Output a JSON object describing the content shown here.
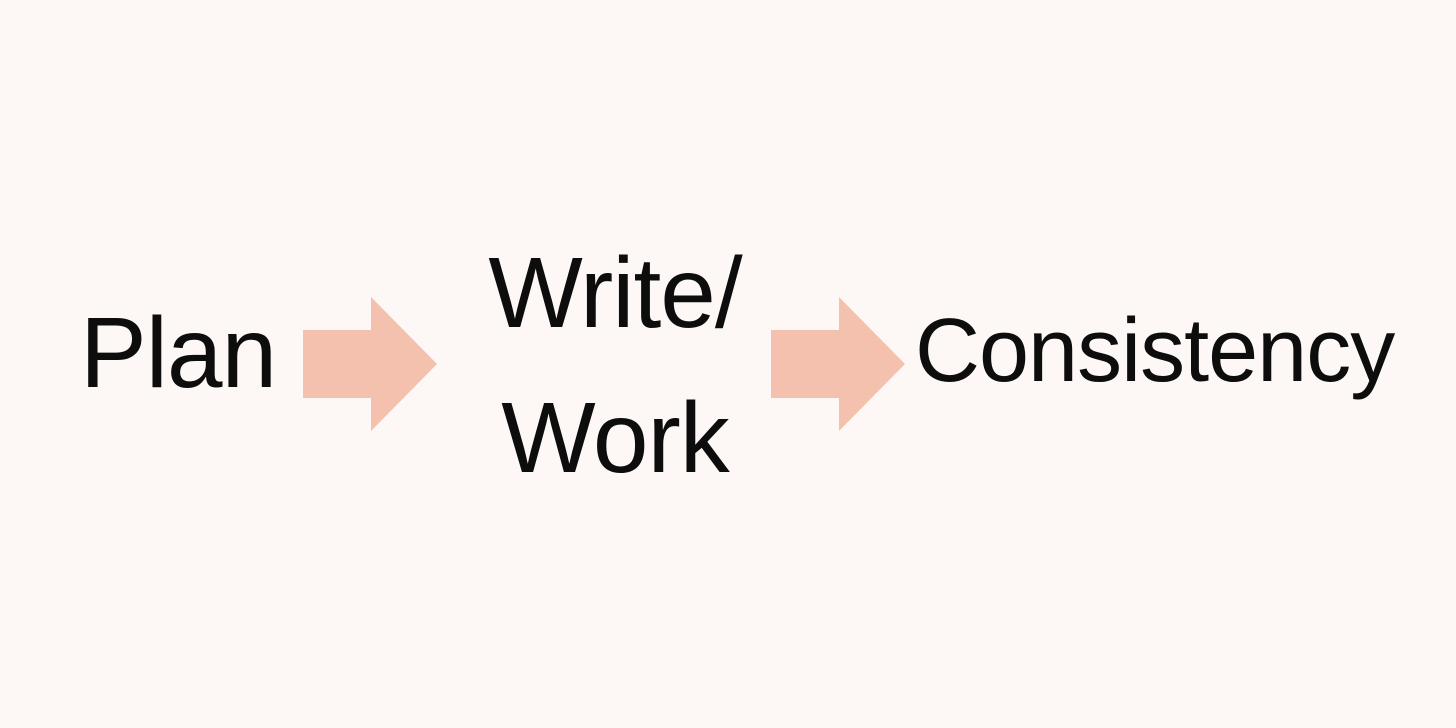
{
  "background_color": "#FDF8F6",
  "text_color": "#0D0D0D",
  "arrow_color": "#F3C1AE",
  "diagram": {
    "type": "flow",
    "direction": "left-to-right",
    "nodes": [
      {
        "id": "plan",
        "label": "Plan"
      },
      {
        "id": "write-work",
        "label": "Write/ Work",
        "lines": [
          "Write/",
          "Work"
        ]
      },
      {
        "id": "consistency",
        "label": "Consistency"
      }
    ],
    "connectors": [
      {
        "from": "plan",
        "to": "write-work",
        "shape": "right-arrow"
      },
      {
        "from": "write-work",
        "to": "consistency",
        "shape": "right-arrow"
      }
    ]
  }
}
